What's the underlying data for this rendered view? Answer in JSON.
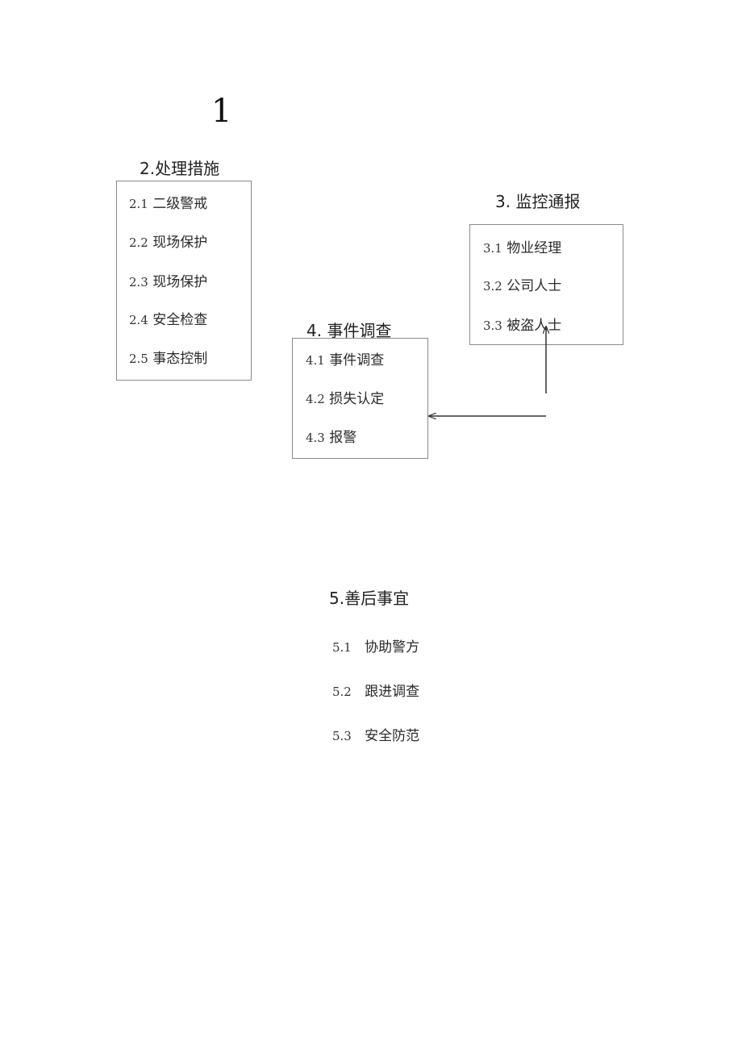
{
  "page_number": "1",
  "section2": {
    "title": "2.处理措施",
    "items": [
      {
        "num": "2.1",
        "label": "二级警戒"
      },
      {
        "num": "2.2",
        "label": "现场保护"
      },
      {
        "num": "2.3",
        "label": "现场保护"
      },
      {
        "num": "2.4",
        "label": "安全检查"
      },
      {
        "num": "2.5",
        "label": "事态控制"
      }
    ]
  },
  "section3": {
    "title": "3. 监控通报",
    "items": [
      {
        "num": "3.1",
        "label": "物业经理"
      },
      {
        "num": "3.2",
        "label": "公司人士"
      },
      {
        "num": "3.3",
        "label": "被盗人士"
      }
    ]
  },
  "section4": {
    "title": "4. 事件调查",
    "items": [
      {
        "num": "4.1",
        "label": "事件调查"
      },
      {
        "num": "4.2",
        "label": "损失认定"
      },
      {
        "num": "4.3",
        "label": "报警"
      }
    ]
  },
  "section5": {
    "title": "5.善后事宜",
    "items": [
      {
        "num": "5.1",
        "label": "协助警方"
      },
      {
        "num": "5.2",
        "label": "跟进调查"
      },
      {
        "num": "5.3",
        "label": "安全防范"
      }
    ]
  },
  "colors": {
    "box_border": "#8a8a8a",
    "arrow": "#333333",
    "text": "#222222"
  }
}
